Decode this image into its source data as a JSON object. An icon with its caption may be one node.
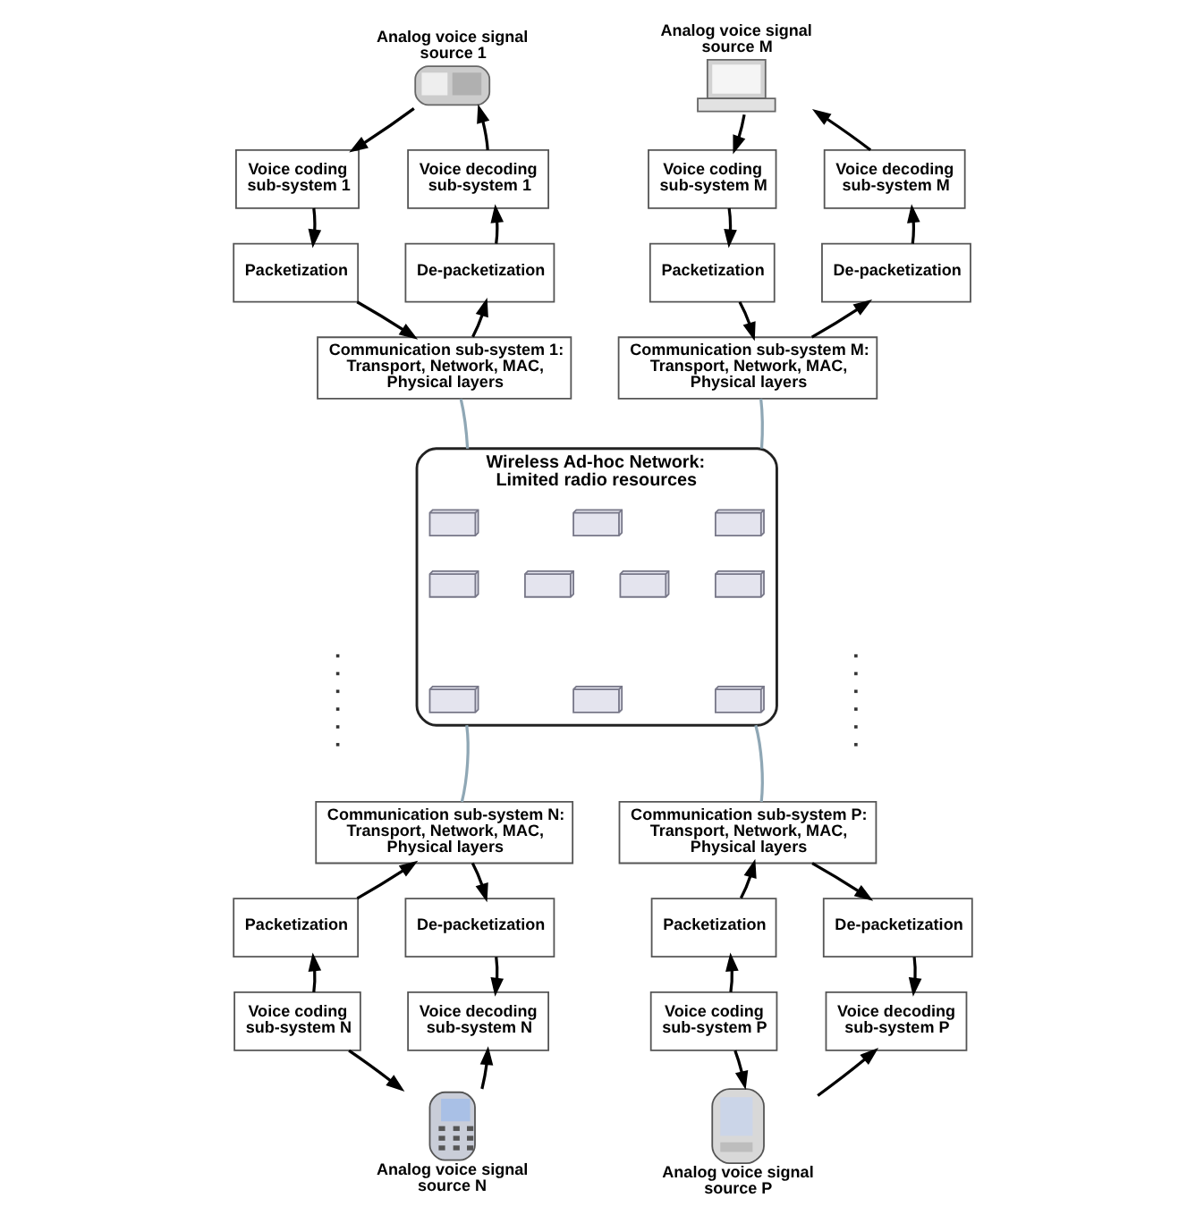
{
  "diagram": {
    "nodes": [
      {
        "text": [],
        "shape": "picture",
        "beside": [
          "Analog voice signal source 1"
        ]
      },
      {
        "text": [
          "Voice coding sub-system 1"
        ]
      },
      {
        "text": [
          "Voice decoding sub-system 1"
        ]
      },
      {
        "text": [
          "Packetization"
        ]
      },
      {
        "text": [
          "De-packetization"
        ]
      },
      {
        "text": [
          "Communication sub-system 1: Transport, Network, MAC, Physical layers"
        ]
      },
      {
        "text": [],
        "shape": "picture",
        "beside": [
          "Analog voice signal source M"
        ]
      },
      {
        "text": [
          "Voice coding sub-system M"
        ]
      },
      {
        "text": [
          "Voice decoding sub-system M"
        ]
      },
      {
        "text": [
          "Packetization"
        ]
      },
      {
        "text": [
          "De-packetization"
        ]
      },
      {
        "text": [
          "Communication sub-system M: Transport, Network, MAC, Physical layers"
        ]
      },
      {
        "text": [
          "Wireless Ad-hoc Network: Limited radio resources"
        ]
      },
      {
        "text": [],
        "shape": "picture",
        "in": 12
      },
      {
        "text": [],
        "shape": "picture",
        "in": 12
      },
      {
        "text": [],
        "shape": "picture",
        "in": 12
      },
      {
        "text": [],
        "shape": "picture",
        "in": 12
      },
      {
        "text": [],
        "shape": "picture",
        "in": 12
      },
      {
        "text": [],
        "shape": "picture",
        "in": 12
      },
      {
        "text": [],
        "shape": "picture",
        "in": 12
      },
      {
        "text": [],
        "shape": "picture",
        "in": 12
      },
      {
        "text": [],
        "shape": "picture",
        "in": 12
      },
      {
        "text": [],
        "shape": "picture",
        "in": 12
      },
      {
        "text": [
          "Communication sub-system N: Transport, Network, MAC, Physical layers"
        ]
      },
      {
        "text": [
          "Packetization"
        ]
      },
      {
        "text": [
          "De-packetization"
        ]
      },
      {
        "text": [
          "Voice coding sub-system N"
        ]
      },
      {
        "text": [
          "Voice decoding sub-system N"
        ]
      },
      {
        "text": [],
        "shape": "picture",
        "beside": [
          "Analog voice signal source N"
        ]
      },
      {
        "text": [
          "Communication sub-system P: Transport, Network, MAC, Physical layers"
        ]
      },
      {
        "text": [
          "Packetization"
        ]
      },
      {
        "text": [
          "De-packetization"
        ]
      },
      {
        "text": [
          "Voice coding sub-system P"
        ]
      },
      {
        "text": [
          "Voice decoding sub-system P"
        ]
      },
      {
        "text": [],
        "shape": "picture",
        "beside": [
          "Analog voice signal source P"
        ]
      }
    ],
    "edges": [
      {
        "from": 0,
        "to": 1,
        "arrow": "to"
      },
      {
        "from": 1,
        "to": 3,
        "arrow": "to"
      },
      {
        "from": 3,
        "to": 5,
        "arrow": "to"
      },
      {
        "from": 5,
        "to": 4,
        "arrow": "to"
      },
      {
        "from": 4,
        "to": 2,
        "arrow": "to"
      },
      {
        "from": 2,
        "to": 0,
        "arrow": "to"
      },
      {
        "from": 6,
        "to": 7,
        "arrow": "to"
      },
      {
        "from": 7,
        "to": 9,
        "arrow": "to"
      },
      {
        "from": 9,
        "to": 11,
        "arrow": "to"
      },
      {
        "from": 11,
        "to": 10,
        "arrow": "to"
      },
      {
        "from": 10,
        "to": 8,
        "arrow": "to"
      },
      {
        "from": 8,
        "to": 6,
        "arrow": "to"
      },
      {
        "from": 5,
        "to": 12,
        "arrow": "none",
        "color": "#8fa7b5"
      },
      {
        "from": 11,
        "to": 12,
        "arrow": "none",
        "color": "#8fa7b5"
      },
      {
        "from": 23,
        "to": 12,
        "arrow": "none",
        "color": "#8fa7b5"
      },
      {
        "from": 29,
        "to": 12,
        "arrow": "none",
        "color": "#8fa7b5"
      },
      {
        "from": 26,
        "to": 24,
        "arrow": "to"
      },
      {
        "from": 24,
        "to": 23,
        "arrow": "to"
      },
      {
        "from": 23,
        "to": 25,
        "arrow": "to"
      },
      {
        "from": 25,
        "to": 27,
        "arrow": "to"
      },
      {
        "from": 26,
        "to": 28,
        "arrow": "to"
      },
      {
        "from": 28,
        "to": 27,
        "arrow": "to"
      },
      {
        "from": 32,
        "to": 30,
        "arrow": "to"
      },
      {
        "from": 30,
        "to": 29,
        "arrow": "to"
      },
      {
        "from": 29,
        "to": 31,
        "arrow": "to"
      },
      {
        "from": 31,
        "to": 33,
        "arrow": "to"
      },
      {
        "from": 32,
        "to": 34,
        "arrow": "to"
      },
      {
        "from": 34,
        "to": 33,
        "arrow": "to"
      }
    ]
  }
}
